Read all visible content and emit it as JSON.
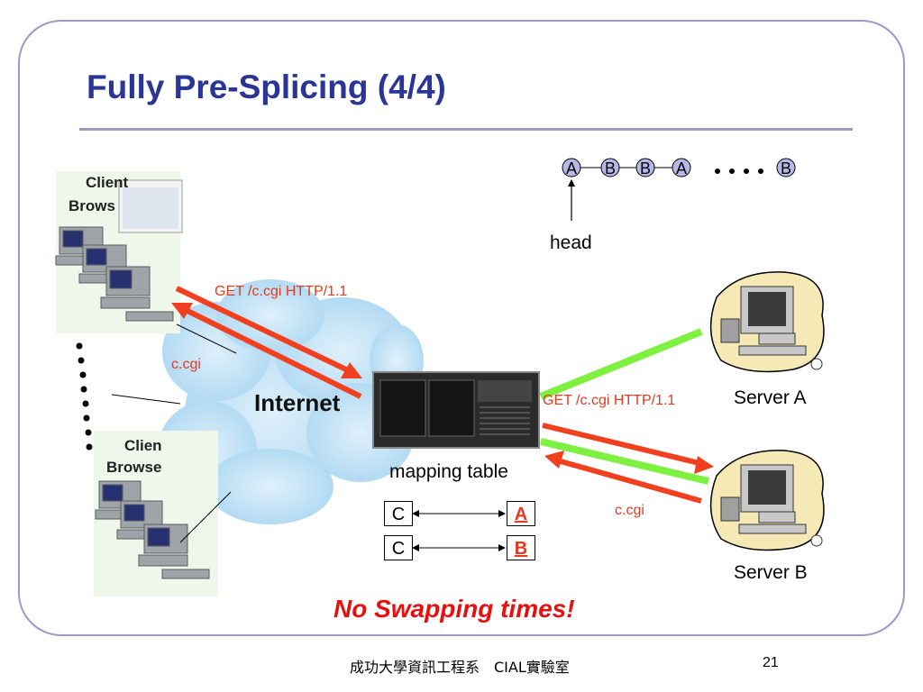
{
  "slide": {
    "title": "Fully Pre-Splicing (4/4)",
    "sequence": [
      "A",
      "B",
      "B",
      "A",
      "B"
    ],
    "head_label": "head",
    "client_top_label_1": "Client",
    "client_top_label_2": "Brows",
    "client_bottom_label_1": "Clien",
    "client_bottom_label_2": "Browse",
    "internet_label": "Internet",
    "request_label_left": "GET /c.cgi HTTP/1.1",
    "response_label_left": "c.cgi",
    "request_label_right": "GET /c.cgi HTTP/1.1",
    "response_label_right": "c.cgi",
    "mapping_table_label": "mapping table",
    "mapping_rows": [
      {
        "from": "C",
        "to": "A"
      },
      {
        "from": "C",
        "to": "B"
      }
    ],
    "server_a_label": "Server A",
    "server_b_label": "Server B",
    "tagline": "No Swapping times!",
    "footer_text": "成功大學資訊工程系　CIAL實驗室",
    "page_number": "21"
  },
  "colors": {
    "title": "#2a3596",
    "rule": "#9c98c8",
    "arrow_red": "#f04020",
    "link_green": "#7ef040",
    "tagline": "#e8100e",
    "node_fill": "#b8b8e8"
  }
}
